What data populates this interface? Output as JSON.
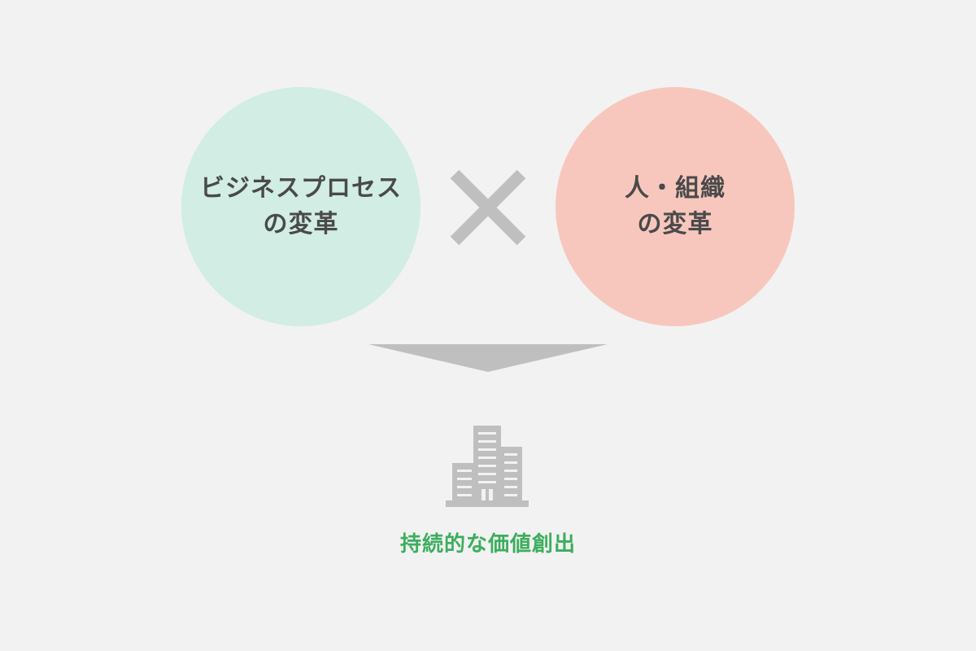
{
  "left_circle": {
    "line1": "ビジネスプロセス",
    "line2": "の変革",
    "color": "#d1ede4"
  },
  "right_circle": {
    "line1": "人・組織",
    "line2": "の変革",
    "color": "#f7c7bd"
  },
  "operator_icon": "times-icon",
  "flow_icon": "down-arrow-icon",
  "result_icon": "building-icon",
  "outcome": {
    "label": "持続的な価値創出",
    "color": "#3cae5e"
  },
  "icon_color": "#bfbfbf",
  "text_color": "#4a4a4a"
}
